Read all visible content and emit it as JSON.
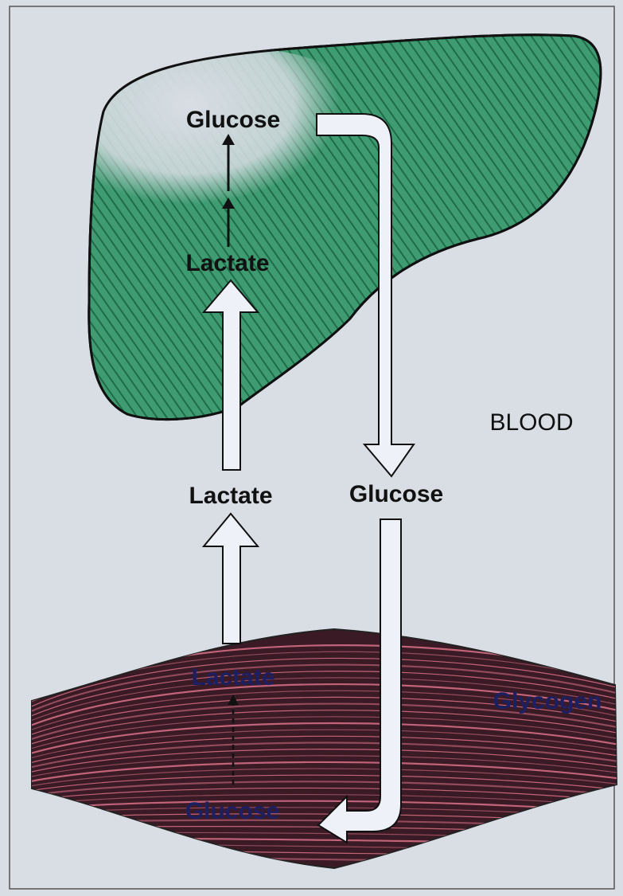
{
  "labels": {
    "liver_glucose": "Glucose",
    "liver_lactate": "Lactate",
    "blood": "BLOOD",
    "blood_lactate": "Lactate",
    "blood_glucose": "Glucose",
    "muscle_lactate": "Lactate",
    "muscle_glycogen": "Glycogen",
    "muscle_glucose": "Glucose"
  },
  "colors": {
    "background": "#d9dde4",
    "liver_fill": "#3f9c72",
    "liver_shade": "#1f6b48",
    "muscle_fill": "#3a1a24",
    "muscle_fiber": "#d9728a",
    "arrow_fill": "#eef1f7",
    "text": "#111111",
    "muscle_text": "#1d1f63"
  }
}
